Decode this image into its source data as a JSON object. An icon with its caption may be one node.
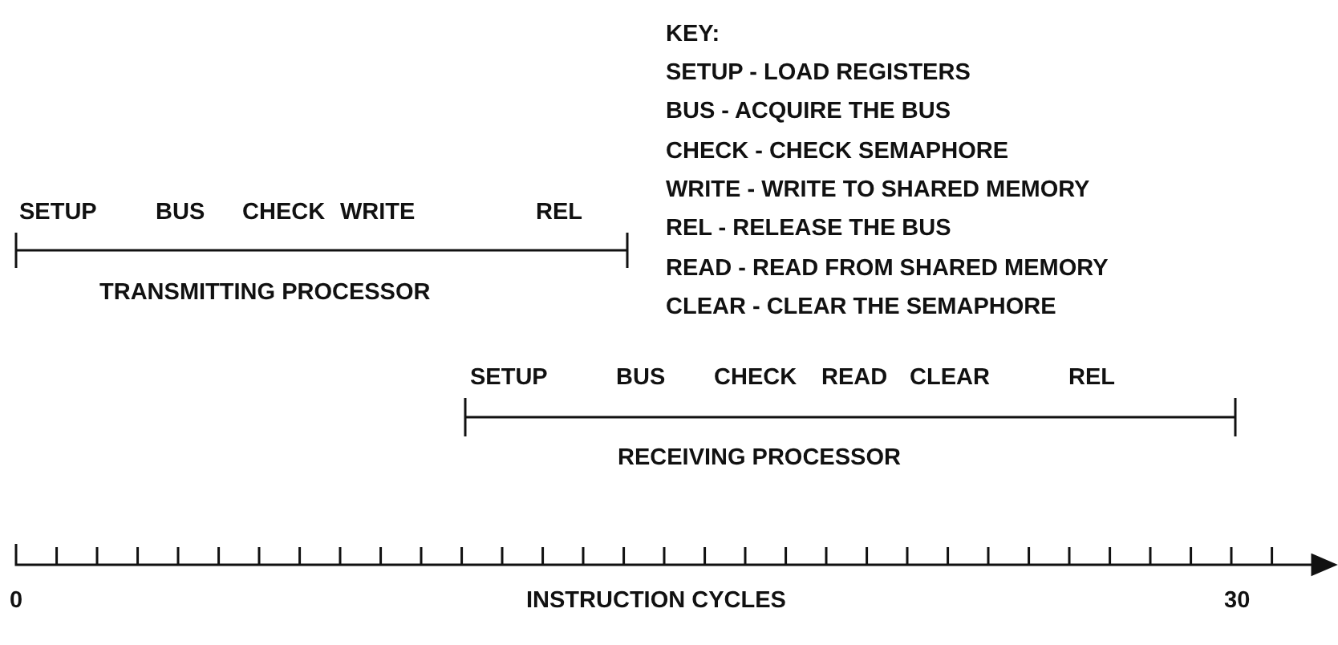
{
  "diagram": {
    "labels": [
      "KEY:",
      "SETUP - LOAD REGISTERS",
      "BUS - ACQUIRE THE BUS",
      "CHECK - CHECK SEMAPHORE",
      "WRITE - WRITE TO SHARED MEMORY",
      "REL - RELEASE THE BUS",
      "READ - READ FROM SHARED MEMORY",
      "CLEAR - CLEAR THE SEMAPHORE",
      "SETUP",
      "BUS",
      "CHECK",
      "WRITE",
      "REL",
      "TRANSMITTING PROCESSOR",
      "SETUP",
      "BUS",
      "CHECK",
      "READ",
      "CLEAR",
      "REL",
      "RECEIVING PROCESSOR",
      "0",
      "INSTRUCTION CYCLES",
      "30"
    ]
  }
}
